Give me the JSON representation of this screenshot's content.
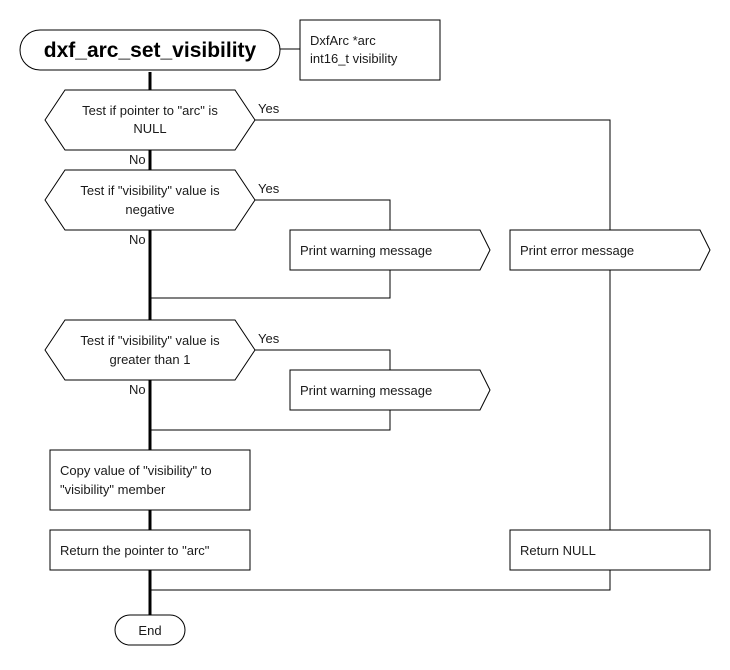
{
  "title": "dxf_arc_set_visibility",
  "params": [
    "DxfArc *arc",
    "int16_t visibility"
  ],
  "decisions": [
    {
      "lines": [
        "Test if pointer to \"arc\" is",
        "NULL"
      ],
      "yes": "Yes",
      "no": "No"
    },
    {
      "lines": [
        "Test if \"visibility\" value is",
        "negative"
      ],
      "yes": "Yes",
      "no": "No"
    },
    {
      "lines": [
        "Test if \"visibility\" value is",
        "greater than 1"
      ],
      "yes": "Yes",
      "no": "No"
    }
  ],
  "actions": {
    "warning_1": "Print warning message",
    "warning_2": "Print warning message",
    "error": "Print error message",
    "copy": [
      "Copy value of \"visibility\" to",
      "\"visibility\" member"
    ],
    "return_arc": "Return the pointer to \"arc\"",
    "return_null": "Return NULL"
  },
  "end": "End"
}
